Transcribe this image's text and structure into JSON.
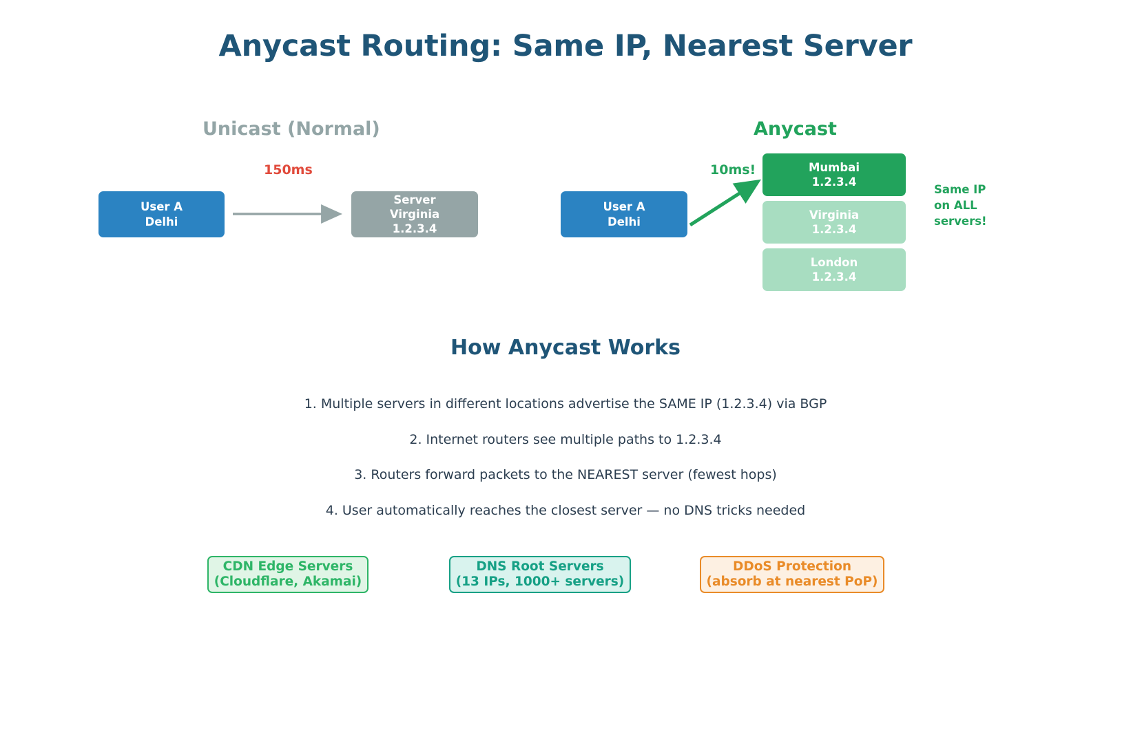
{
  "title": "Anycast Routing: Same IP, Nearest Server",
  "colors": {
    "title": "#1f5577",
    "unicast_gray": "#95a5a6",
    "anycast_green": "#22a35c",
    "user_blue": "#2b83c2",
    "latency_red": "#e14b3c",
    "server_light_green": "#a8ddc1",
    "cdn_green": "#2eb567",
    "dns_teal": "#16a085",
    "ddos_orange": "#e98b28",
    "step_text": "#2c3e50"
  },
  "unicast": {
    "heading": "Unicast (Normal)",
    "latency": "150ms",
    "user": {
      "line1": "User A",
      "line2": "Delhi"
    },
    "server": {
      "line1": "Server",
      "line2": "Virginia",
      "line3": "1.2.3.4"
    }
  },
  "anycast": {
    "heading": "Anycast",
    "latency": "10ms!",
    "user": {
      "line1": "User A",
      "line2": "Delhi"
    },
    "servers": [
      {
        "name": "Mumbai",
        "ip": "1.2.3.4",
        "active": true
      },
      {
        "name": "Virginia",
        "ip": "1.2.3.4",
        "active": false
      },
      {
        "name": "London",
        "ip": "1.2.3.4",
        "active": false
      }
    ],
    "note": {
      "line1": "Same IP",
      "line2": "on ALL",
      "line3": "servers!"
    }
  },
  "how_it_works": {
    "heading": "How Anycast Works",
    "steps": [
      "1. Multiple servers in different locations advertise the SAME IP (1.2.3.4) via BGP",
      "2. Internet routers see multiple paths to 1.2.3.4",
      "3. Routers forward packets to the NEAREST server (fewest hops)",
      "4. User automatically reaches the closest server — no DNS tricks needed"
    ]
  },
  "use_cases": [
    {
      "line1": "CDN Edge Servers",
      "line2": "(Cloudflare, Akamai)"
    },
    {
      "line1": "DNS Root Servers",
      "line2": "(13 IPs, 1000+ servers)"
    },
    {
      "line1": "DDoS Protection",
      "line2": "(absorb at nearest PoP)"
    }
  ]
}
